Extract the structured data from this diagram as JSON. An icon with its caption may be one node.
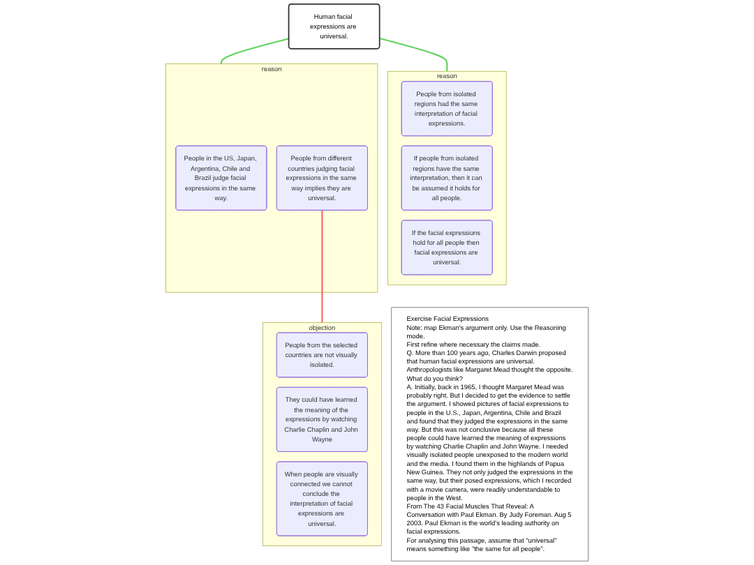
{
  "diagram": {
    "nodes": [
      {
        "text": [
          "Exercise Facial Expressions",
          "Note: map Ekman's argument only. Use the Reasoning mode.",
          "First refine where necessary the claims made.",
          "Q. More than 100 years ago, Charles Darwin proposed that human facial expressions are universal. Anthropologists like Margaret Mead thought the opposite. What do you think?",
          "A. Initially, back in 1965, I thought Margaret Mead was probably right. But I decided to get the evidence to settle the argument. I showed pictures of facial expressions to people in the U.S., Japan, Argentina, Chile and Brazil and found that they judged the expressions in the same way. But this was not conclusive because all these people could have learned the meaning of expressions by watching Charlie Chaplin and John Wayne. I needed visually isolated people unexposed to the modern world and the media. I found them in the highlands of Papua New Guinea. They not only judged the expressions in the same way, but their posed expressions, which I recorded with a movie camera, were readily understandable to people in the West.",
          "From The 43 Facial Muscles That Reveal: A Conversation with Paul Ekman. By Judy Foreman. Aug 5 2003. Paul Ekman is the world's leading authority on facial expressions.",
          "For analysing this passage, assume that \"universal\" means something like \"the same for all people\"."
        ]
      },
      {
        "text": [
          "Human facial expressions are universal."
        ]
      },
      {
        "text": [
          "reason"
        ]
      },
      {
        "text": [
          "People in the US, Japan, Argentina, Chile and Brazil judge facial expressions in the same way."
        ],
        "in": 2
      },
      {
        "text": [
          "People from different countries judging facial expressions in the same way implies they are universal."
        ],
        "in": 2
      },
      {
        "text": [
          "objection"
        ]
      },
      {
        "text": [
          "People from the selected countries are not visually isolated."
        ],
        "in": 5
      },
      {
        "text": [
          "They could have learned the meaning of the expressions by watching Charlie Chaplin and John Wayne"
        ],
        "in": 5
      },
      {
        "text": [
          "When people are visually connected we cannot conclude the interpretation of facial expressions are universal."
        ],
        "in": 5
      },
      {
        "text": [
          "reason"
        ]
      },
      {
        "text": [
          "People from isolated regions had the same interpretation of facial expressions."
        ],
        "in": 9
      },
      {
        "text": [
          "If people from isolated regions have the same interpretation, then it can be assumed it holds for all people."
        ],
        "in": 9
      },
      {
        "text": [
          "If the facial expressions hold for all people then facial expressions are universal."
        ],
        "in": 9
      }
    ],
    "edges": [
      {
        "from": 2,
        "to": 1,
        "arrow": "none"
      },
      {
        "from": 5,
        "to": 4,
        "arrow": "none",
        "color": "#ff6666"
      },
      {
        "from": 9,
        "to": 1,
        "arrow": "none"
      }
    ]
  }
}
